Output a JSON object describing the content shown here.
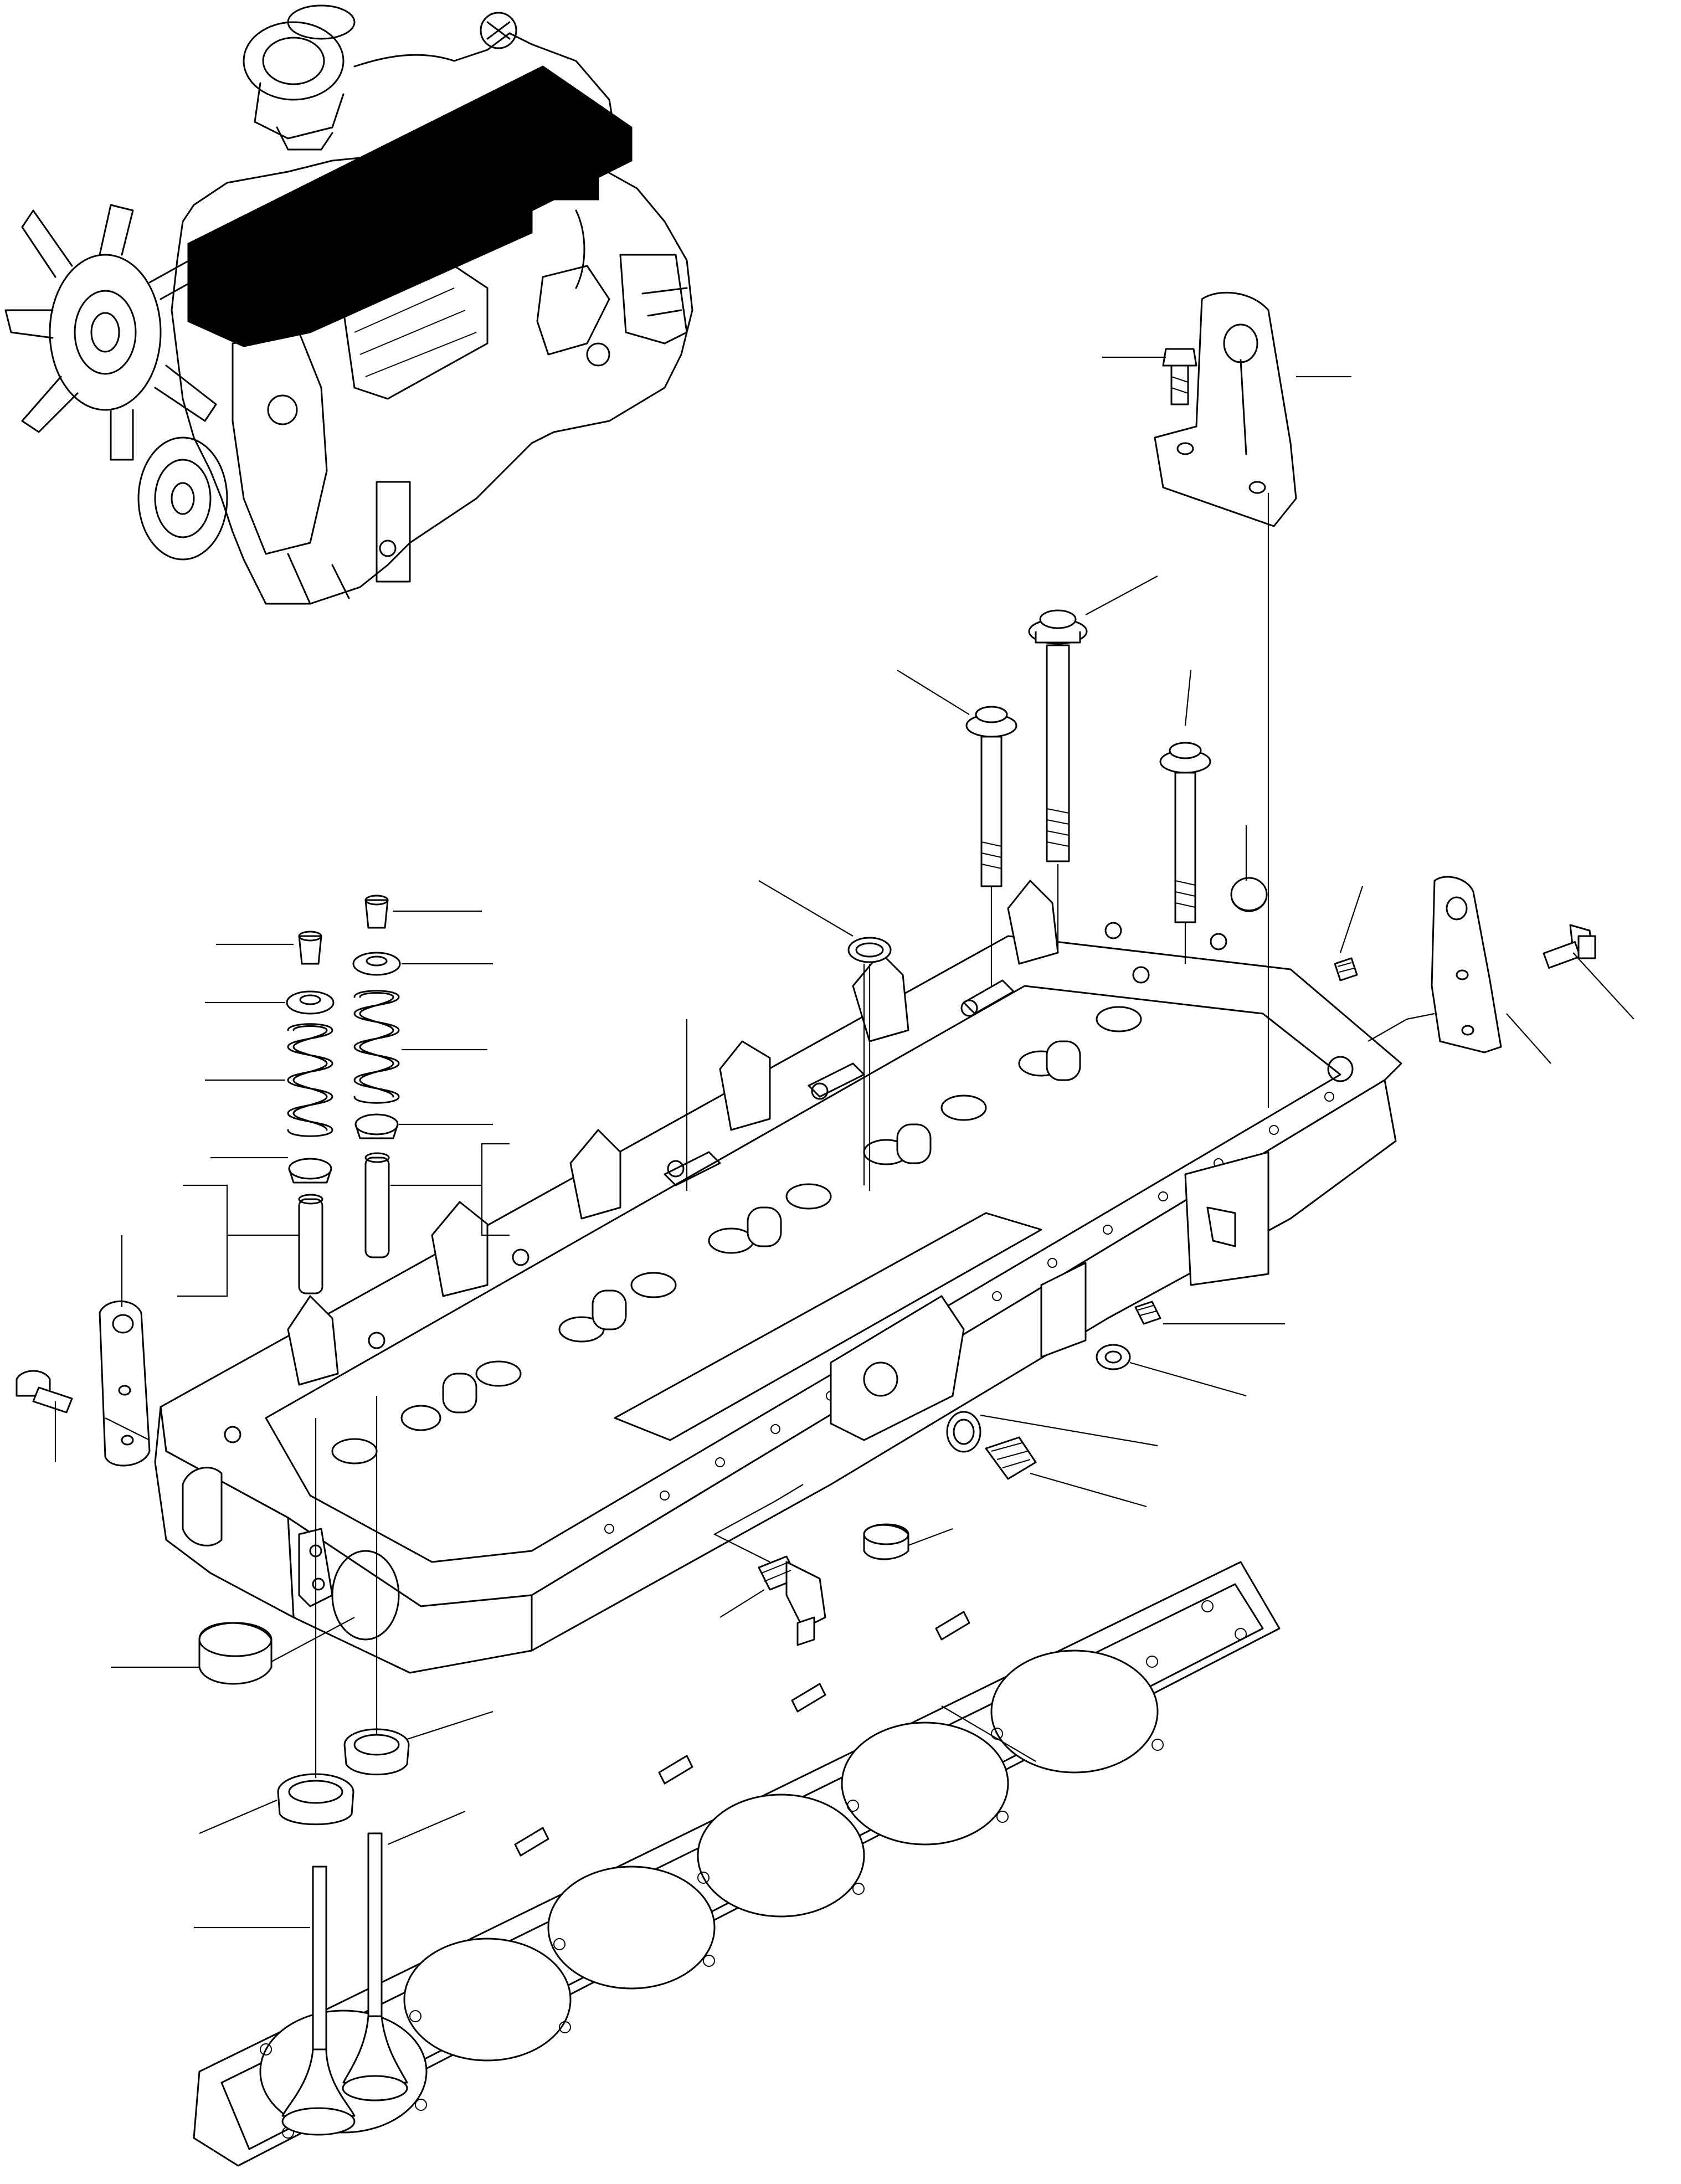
{
  "diagram": {
    "type": "exploded-parts-view",
    "colors": {
      "line": "#000000",
      "background": "#ffffff",
      "highlight": "#000000"
    },
    "parts": [
      "engine-overview-inset",
      "cylinder-head",
      "cylinder-head-gasket",
      "lifting-bracket-rear",
      "lifting-bracket-front",
      "lifting-bracket-right",
      "head-bolt-long",
      "head-bolt-medium",
      "head-bolt-short",
      "valve-collets",
      "valve-spring-retainer",
      "valve-spring",
      "valve-spring-seat",
      "valve-guide",
      "valve-seat-insert",
      "intake-valve",
      "exhaust-valve",
      "sealing-washer",
      "core-plug",
      "threaded-plug",
      "elbow-fitting",
      "expansion-plug"
    ]
  }
}
